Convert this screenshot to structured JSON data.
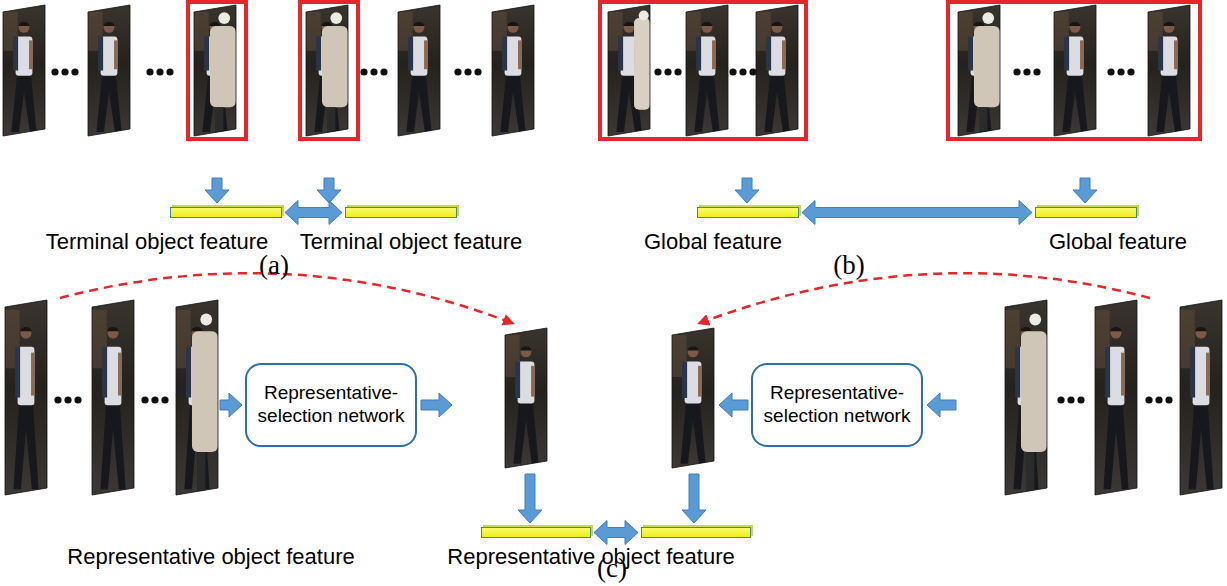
{
  "diagram": {
    "nodes": [
      {
        "text": [
          "Terminal object feature"
        ]
      },
      {
        "text": [
          "Terminal object feature"
        ]
      },
      {
        "text": [
          "Global feature"
        ]
      },
      {
        "text": [
          "Global feature"
        ]
      },
      {
        "text": [
          "Representative- selection network"
        ]
      },
      {
        "text": [
          "Representative- selection network"
        ]
      },
      {
        "text": [
          "Representative object feature"
        ]
      },
      {
        "text": [
          "Representative object feature"
        ]
      }
    ],
    "edges": [
      {
        "from": 0,
        "to": 1,
        "arrow": "both"
      },
      {
        "from": 2,
        "to": 3,
        "arrow": "both"
      },
      {
        "from": 6,
        "to": 7,
        "arrow": "both"
      }
    ],
    "labels": [
      "(a)",
      "(b)",
      "(c)"
    ]
  }
}
